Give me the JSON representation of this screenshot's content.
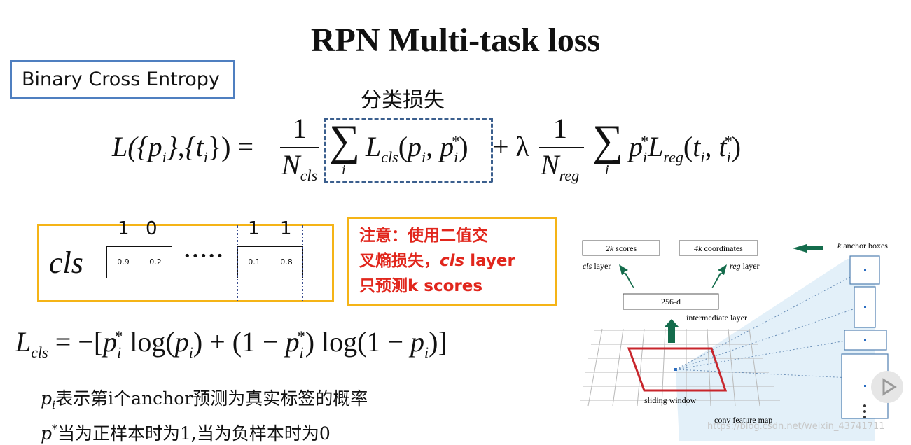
{
  "slide": {
    "title": "RPN Multi-task loss",
    "bce_label": "Binary Cross Entropy",
    "cls_loss_label": "分类损失"
  },
  "main_formula": {
    "lhs": "L({p",
    "lhs_mid": "},{t",
    "lhs_end": "}) =",
    "one": "1",
    "N": "N",
    "cls_sub": "cls",
    "reg_sub": "reg",
    "sum_index": "i",
    "Lcls": "L",
    "args_cls": "(p",
    "args_cls2": ", p",
    "plus_lambda": "+ λ",
    "p_star": "p",
    "Lreg": "L",
    "args_reg": "(t",
    "args_reg2": ", t",
    "close": ")",
    "star": "*"
  },
  "cls_diagram": {
    "label": "cls",
    "values": [
      "0.9",
      "0.2",
      "0.1",
      "0.8"
    ],
    "labels_top": [
      "1",
      "0",
      "1",
      "1"
    ],
    "ellipsis": "•••••"
  },
  "note": {
    "line1": "注意：使用二值交",
    "line2_a": "叉熵损失，",
    "line2_b": "cls",
    "line2_c": " layer",
    "line3": "只预测k scores"
  },
  "lcls_formula": {
    "L": "L",
    "sub": "cls",
    "rest_1": " = −[",
    "p": "p",
    "star": "*",
    "i": "i",
    "log1": " log(",
    "log1_end": ") + (1 − ",
    "log2": ") log(1 − ",
    "end": ")]"
  },
  "explanations": {
    "line1_var": "p",
    "line1_sub": "i",
    "line1_text": "表示第i个anchor预测为真实标签的概率",
    "line2_var": "p",
    "line2_sup": "*",
    "line2_text": "当为正样本时为1,当为负样本时为0"
  },
  "rpn_diagram": {
    "scores_box": "2k scores",
    "coords_box": "4k coordinates",
    "cls_layer": "cls layer",
    "reg_layer": "reg layer",
    "anchor_boxes": "k anchor boxes",
    "d256": "256-d",
    "intermediate": "intermediate layer",
    "sliding_window": "sliding window",
    "conv_map": "conv feature map",
    "arrow_color": "#146c4c",
    "window_color": "#c8262c"
  },
  "watermark": "https://blog.csdn.net/weixin_43741711"
}
